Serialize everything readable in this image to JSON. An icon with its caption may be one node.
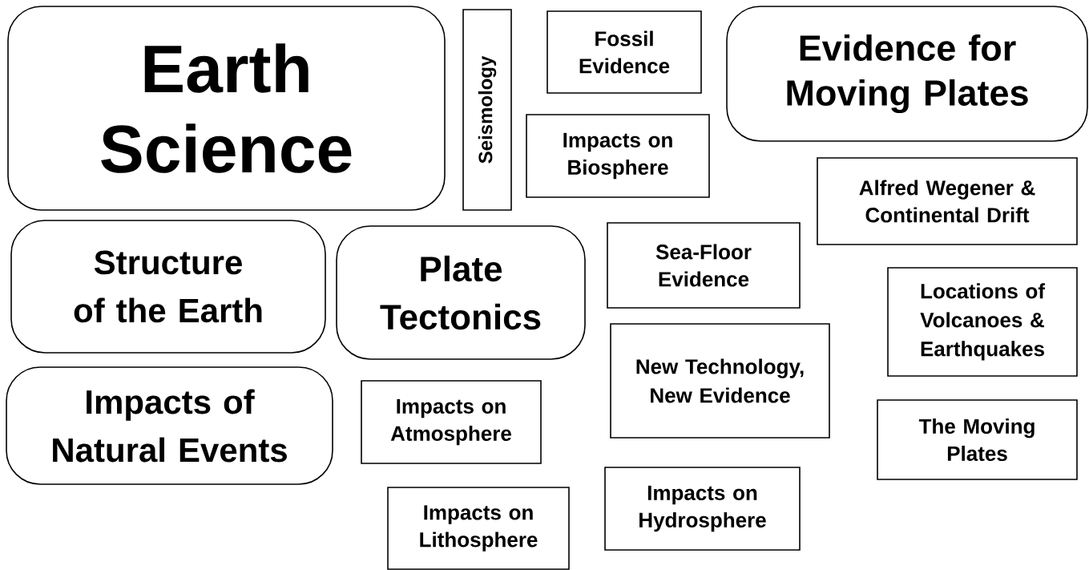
{
  "diagram": {
    "nodes": [
      {
        "text": [
          "Earth Science"
        ]
      },
      {
        "text": [
          "Seismology"
        ]
      },
      {
        "text": [
          "Fossil Evidence"
        ]
      },
      {
        "text": [
          "Evidence for Moving Plates"
        ]
      },
      {
        "text": [
          "Impacts on Biosphere"
        ]
      },
      {
        "text": [
          "Alfred Wegener & Continental Drift"
        ]
      },
      {
        "text": [
          "Structure of the Earth"
        ]
      },
      {
        "text": [
          "Plate Tectonics"
        ]
      },
      {
        "text": [
          "Sea-Floor Evidence"
        ]
      },
      {
        "text": [
          "Locations of Volcanoes & Earthquakes"
        ]
      },
      {
        "text": [
          "Impacts of Natural Events"
        ]
      },
      {
        "text": [
          "New Technology, New Evidence"
        ]
      },
      {
        "text": [
          "Impacts on Atmosphere"
        ]
      },
      {
        "text": [
          "The Moving Plates"
        ]
      },
      {
        "text": [
          "Impacts on Lithosphere"
        ]
      },
      {
        "text": [
          "Impacts on Hydrosphere"
        ]
      }
    ]
  }
}
